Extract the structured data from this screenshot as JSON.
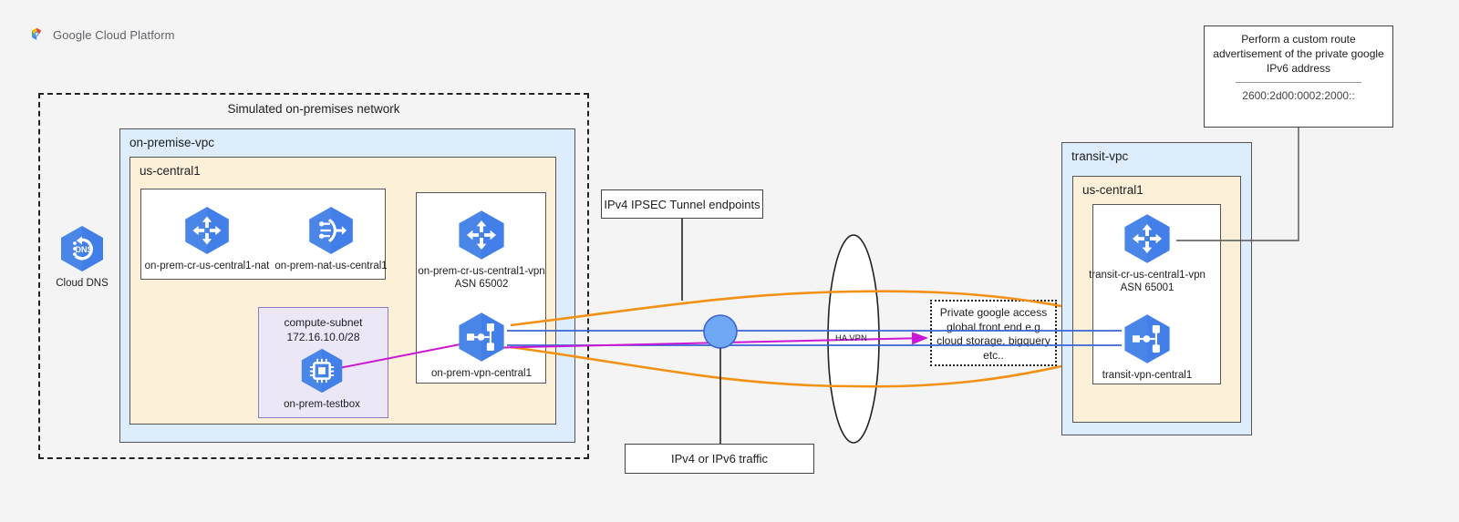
{
  "header": {
    "brand": "Google Cloud Platform",
    "logo_icon": "google-cloud-hexagon-logo"
  },
  "onprem": {
    "outer_title": "Simulated on-premises network",
    "vpc_title": "on-premise-vpc",
    "region_title": "us-central1",
    "nodes": {
      "cloud_dns": {
        "label": "Cloud DNS",
        "icon": "cloud-dns-icon"
      },
      "cloud_router_nat": {
        "label": "on-prem-cr-us-central1-nat",
        "icon": "cloud-router-icon"
      },
      "cloud_nat": {
        "label": "on-prem-nat-us-central1",
        "icon": "cloud-nat-icon"
      },
      "cloud_router_vpn": {
        "label_line1": "on-prem-cr-us-central1-vpn",
        "label_line2": "ASN 65002",
        "icon": "cloud-router-icon"
      },
      "vpn_gateway": {
        "label": "on-prem-vpn-central1",
        "icon": "vpn-gateway-icon"
      },
      "testbox": {
        "label": "on-prem-testbox",
        "icon": "compute-instance-icon"
      }
    },
    "subnet": {
      "name": "compute-subnet",
      "cidr": "172.16.10.0/28"
    }
  },
  "transit": {
    "vpc_title": "transit-vpc",
    "region_title": "us-central1",
    "nodes": {
      "cloud_router_vpn": {
        "label_line1": "transit-cr-us-central1-vpn",
        "label_line2": "ASN 65001",
        "icon": "cloud-router-icon"
      },
      "vpn_gateway": {
        "label": "transit-vpn-central1",
        "icon": "vpn-gateway-icon"
      }
    }
  },
  "annotations": {
    "ipsec_endpoints": "IPv4 IPSEC Tunnel endpoints",
    "traffic": "IPv4 or IPv6 traffic",
    "ha_vpn": "HA VPN",
    "custom_route": {
      "line1": "Perform a custom route",
      "line2": "advertisement of the private google",
      "line3": "IPv6 address",
      "address": "2600:2d00:0002:2000::"
    },
    "private_access": {
      "line1": "Private google access",
      "line2": "global front end e.g",
      "line3": "cloud storage, bigquery",
      "line4": "etc.."
    }
  },
  "colors": {
    "gcp_blue": "#4285f4",
    "node_blue": "#4a86e8",
    "vpc_fill": "#ddedfb",
    "region_fill": "#fdf0d9",
    "subnet_fill": "#ece7f6",
    "tunnel_orange": "#f29114",
    "traffic_blue": "#3b63d6",
    "ipv6_magenta": "#cb17d4",
    "endpoint_circle": "#6fa8f5",
    "canvas_bg": "#f4f4f4"
  }
}
